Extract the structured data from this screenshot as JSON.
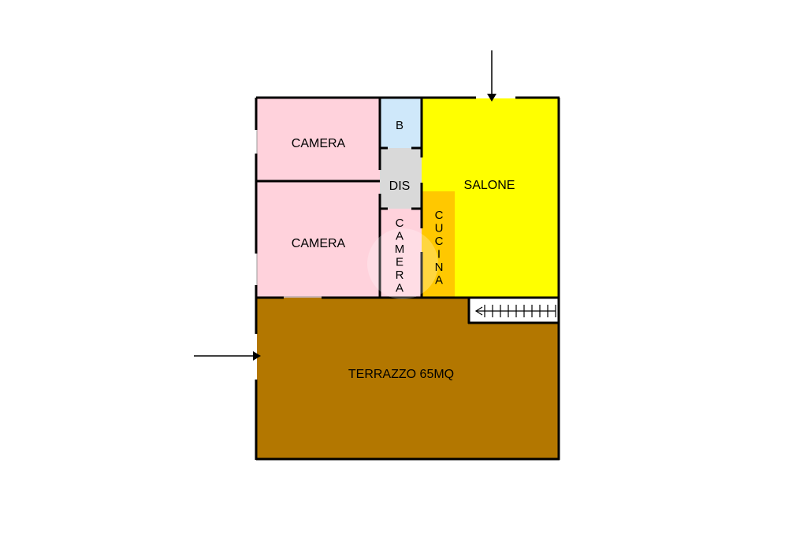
{
  "colors": {
    "bedroom": "#FFD2DC",
    "bath": "#CFE8FA",
    "hall": "#D9D9D9",
    "living": "#FFFF00",
    "kitchen": "#FFC800",
    "terrace": "#B37700",
    "stairs": "#FFFFFF",
    "wall": "#000000"
  },
  "rooms": {
    "camera_top": "CAMERA",
    "camera_mid": "CAMERA",
    "bagno": "B",
    "disimpegno": "DIS",
    "salone": "SALONE",
    "camera_small": "CAMERA",
    "cucina": "CUCINA",
    "terrazzo": "TERRAZZO 65MQ"
  }
}
